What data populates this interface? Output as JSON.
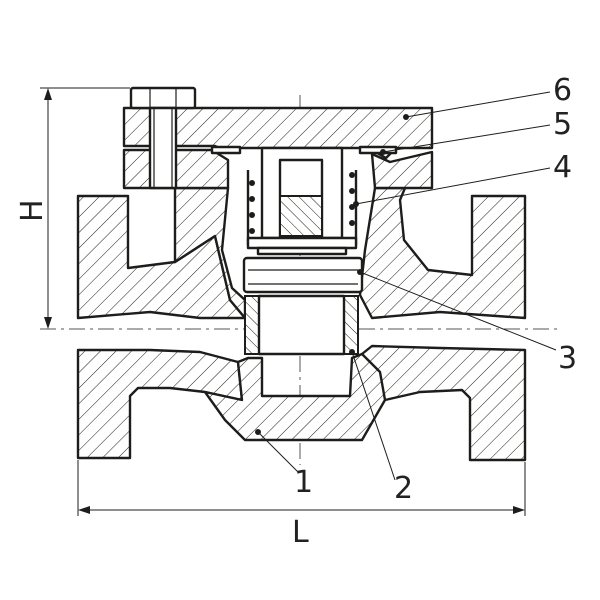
{
  "labels": {
    "part1": "1",
    "part2": "2",
    "part3": "3",
    "part4": "4",
    "part5": "5",
    "part6": "6",
    "height": "H",
    "length": "L"
  },
  "colors": {
    "line": "#1d1d1b",
    "background": "#ffffff"
  }
}
